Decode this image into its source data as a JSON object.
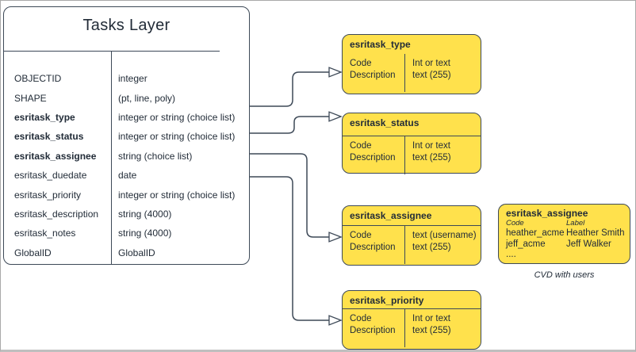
{
  "colors": {
    "fill": "#FFE14C",
    "stroke": "#3D4957",
    "text": "#222C38",
    "canvas_border": "#A9A9A9"
  },
  "tasks_table": {
    "title": "Tasks Layer",
    "rows": [
      {
        "field": "OBJECTID",
        "type": "integer"
      },
      {
        "field": "SHAPE",
        "type": "(pt, line, poly)"
      },
      {
        "field": "esritask_type",
        "type": "integer or string (choice list)"
      },
      {
        "field": "esritask_status",
        "type": "integer or string (choice list)"
      },
      {
        "field": "esritask_assignee",
        "type": "string (choice list)"
      },
      {
        "field": "esritask_duedate",
        "type": "date"
      },
      {
        "field": "esritask_priority",
        "type": "integer or string (choice list)"
      },
      {
        "field": "esritask_description",
        "type": "string (4000)"
      },
      {
        "field": "esritask_notes",
        "type": "string (4000)"
      },
      {
        "field": "GlobalID",
        "type": "GlobalID"
      }
    ]
  },
  "domain_boxes": [
    {
      "title": "esritask_type",
      "left1": "Code",
      "left2": "Description",
      "right1": "Int or text",
      "right2": "text (255)"
    },
    {
      "title": "esritask_status",
      "left1": "Code",
      "left2": "Description",
      "right1": "Int or text",
      "right2": "text (255)"
    },
    {
      "title": "esritask_assignee",
      "left1": "Code",
      "left2": "Description",
      "right1": "text  (username)",
      "right2": "text (255)"
    },
    {
      "title": "esritask_priority",
      "left1": "Code",
      "left2": "Description",
      "right1": "Int or text",
      "right2": "text (255)"
    }
  ],
  "cvd_box": {
    "title": "esritask_assignee",
    "code_header": "Code",
    "label_header": "Label",
    "rows": [
      {
        "code": "heather_acme",
        "label": "Heather Smith"
      },
      {
        "code": "jeff_acme",
        "label": "Jeff Walker"
      },
      {
        "code": "....",
        "label": ""
      }
    ],
    "caption": "CVD with users"
  }
}
